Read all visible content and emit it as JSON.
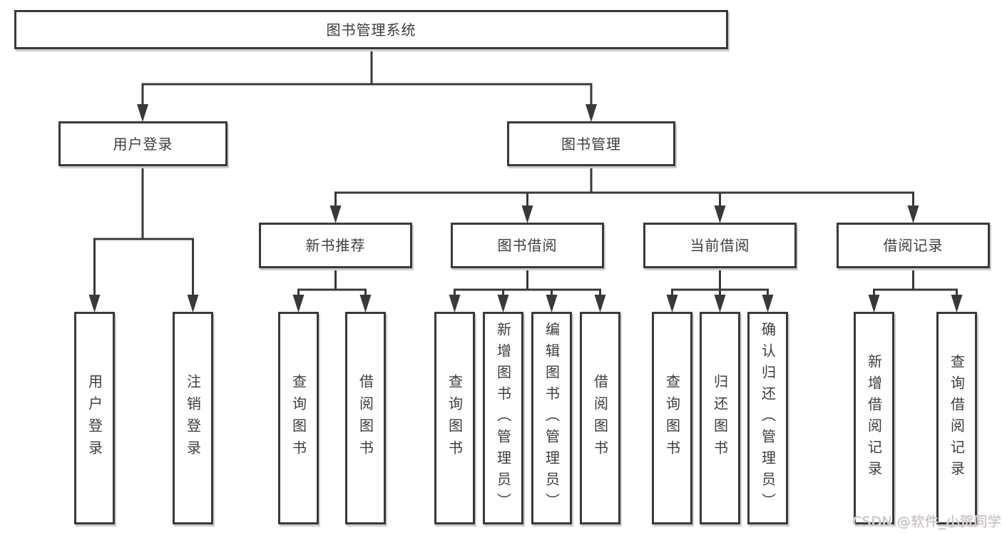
{
  "diagram": {
    "type": "tree",
    "title": "图书管理系统",
    "watermark": "CSDN @软件_小贺同学",
    "colors": {
      "line": "#393939",
      "box_border": "#393939",
      "text": "#3d3d3d",
      "box_shadow": "#cfcfcf",
      "background": "#ffffff",
      "watermark": "#c9c5c5"
    },
    "nodes": {
      "root": {
        "label": "图书管理系统",
        "children": [
          "user_login",
          "book_management"
        ]
      },
      "user_login": {
        "label": "用户登录",
        "children": [
          "login",
          "logout"
        ]
      },
      "book_management": {
        "label": "图书管理",
        "children": [
          "new_book_recommend",
          "book_borrow",
          "current_borrow",
          "borrow_records"
        ]
      },
      "new_book_recommend": {
        "label": "新书推荐",
        "children": [
          "nbr_query_book",
          "nbr_borrow_book"
        ]
      },
      "book_borrow": {
        "label": "图书借阅",
        "children": [
          "bb_query_book",
          "bb_add_book",
          "bb_edit_book",
          "bb_borrow_book"
        ]
      },
      "current_borrow": {
        "label": "当前借阅",
        "children": [
          "cb_query_book",
          "cb_return_book",
          "cb_confirm_return"
        ]
      },
      "borrow_records": {
        "label": "借阅记录",
        "children": [
          "br_add_record",
          "br_query_record"
        ]
      },
      "login": {
        "label": "用户登录",
        "children": []
      },
      "logout": {
        "label": "注销登录",
        "children": []
      },
      "nbr_query_book": {
        "label": "查询图书",
        "children": []
      },
      "nbr_borrow_book": {
        "label": "借阅图书",
        "children": []
      },
      "bb_query_book": {
        "label": "查询图书",
        "children": []
      },
      "bb_add_book": {
        "label": "新增图书（管理员）",
        "children": []
      },
      "bb_edit_book": {
        "label": "编辑图书（管理员）",
        "children": []
      },
      "bb_borrow_book": {
        "label": "借阅图书",
        "children": []
      },
      "cb_query_book": {
        "label": "查询图书",
        "children": []
      },
      "cb_return_book": {
        "label": "归还图书",
        "children": []
      },
      "cb_confirm_return": {
        "label": "确认归还（管理员）",
        "children": []
      },
      "br_add_record": {
        "label": "新增借阅记录",
        "children": []
      },
      "br_query_record": {
        "label": "查询借阅记录",
        "children": []
      }
    }
  }
}
